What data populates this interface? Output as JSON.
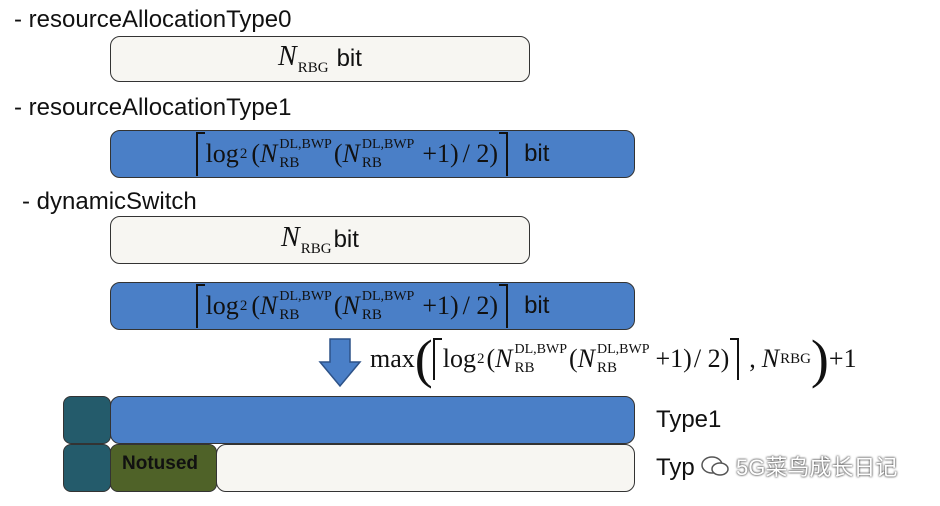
{
  "sections": {
    "type0_label": "- resourceAllocationType0",
    "type1_label": "- resourceAllocationType1",
    "dynamic_label": "- dynamicSwitch"
  },
  "symbols": {
    "N": "N",
    "rbg_sub": "RBG",
    "rb_sub": "RB",
    "dlbwp_sup": "DL,BWP",
    "log2": "log",
    "two": "2",
    "open_paren": "(",
    "plus_one": "+1)",
    "div_two": "/ 2)",
    "bit": "bit",
    "max": "max",
    "comma": ",",
    "plus_one_end": "+1"
  },
  "legend": {
    "type1": "Type1",
    "type0_text": "Typ",
    "not_used": "Notused"
  },
  "watermark": {
    "text": "5G菜鸟成长日记",
    "icon": "wechat-icon"
  },
  "colors": {
    "blue_box": "#4a7fc7",
    "light_box": "#f7f6f2",
    "teal_square": "#245b6b",
    "olive_box": "#4f6228"
  }
}
